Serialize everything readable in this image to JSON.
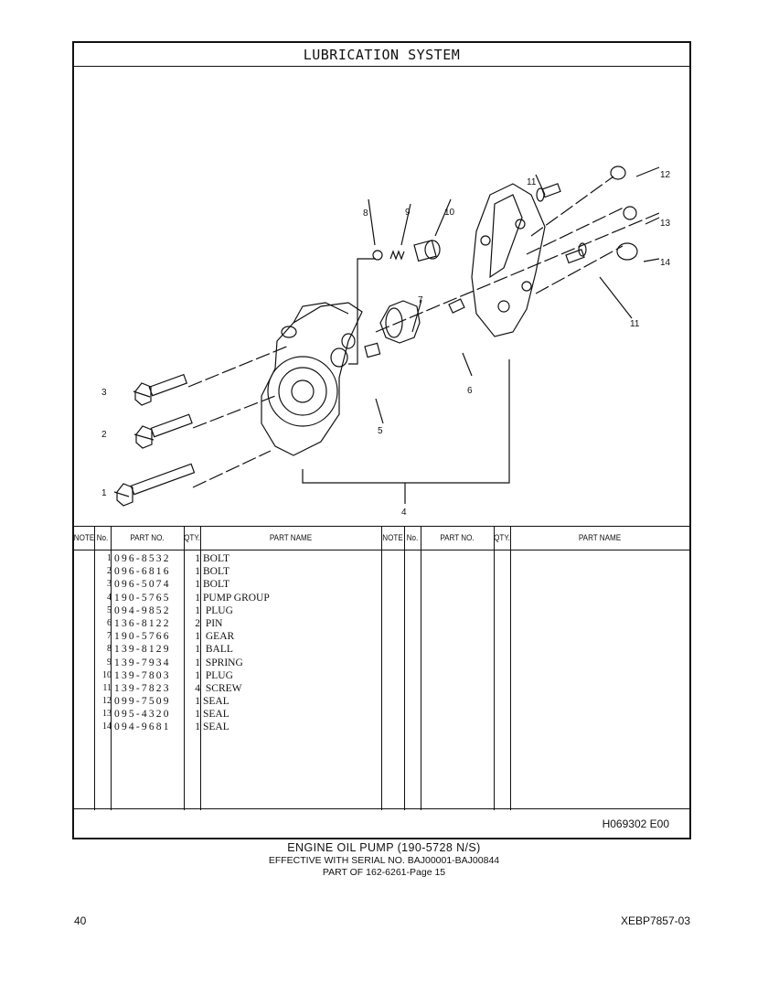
{
  "title": "LUBRICATION SYSTEM",
  "callouts": [
    "1",
    "2",
    "3",
    "4",
    "5",
    "6",
    "7",
    "8",
    "9",
    "10",
    "11",
    "11",
    "12",
    "13",
    "14"
  ],
  "table": {
    "headers": {
      "note": "NOTE",
      "no": "No.",
      "part_no": "PART NO.",
      "qty": "QTY.",
      "part_name": "PART NAME"
    },
    "rows": [
      {
        "no": "1",
        "part_no": "096-8532",
        "qty": "1",
        "name": "BOLT"
      },
      {
        "no": "2",
        "part_no": "096-6816",
        "qty": "1",
        "name": "BOLT"
      },
      {
        "no": "3",
        "part_no": "096-5074",
        "qty": "1",
        "name": "BOLT"
      },
      {
        "no": "4",
        "part_no": "190-5765",
        "qty": "1",
        "name": "PUMP GROUP"
      },
      {
        "no": "5",
        "part_no": "094-9852",
        "qty": "1",
        "name": " PLUG"
      },
      {
        "no": "6",
        "part_no": "136-8122",
        "qty": "2",
        "name": " PIN"
      },
      {
        "no": "7",
        "part_no": "190-5766",
        "qty": "1",
        "name": " GEAR"
      },
      {
        "no": "8",
        "part_no": "139-8129",
        "qty": "1",
        "name": " BALL"
      },
      {
        "no": "9",
        "part_no": "139-7934",
        "qty": "1",
        "name": " SPRING"
      },
      {
        "no": "10",
        "part_no": "139-7803",
        "qty": "1",
        "name": " PLUG"
      },
      {
        "no": "11",
        "part_no": "139-7823",
        "qty": "4",
        "name": " SCREW"
      },
      {
        "no": "12",
        "part_no": "099-7509",
        "qty": "1",
        "name": "SEAL"
      },
      {
        "no": "13",
        "part_no": "095-4320",
        "qty": "1",
        "name": "SEAL"
      },
      {
        "no": "14",
        "part_no": "094-9681",
        "qty": "1",
        "name": "SEAL"
      }
    ]
  },
  "illustration_code": "H069302  E00",
  "caption": {
    "line1": "ENGINE OIL PUMP (190-5728 N/S)",
    "line2": "EFFECTIVE WITH SERIAL NO. BAJ00001-BAJ00844",
    "line3": "PART OF 162-6261-Page 15"
  },
  "page_number": "40",
  "doc_code": "XEBP7857-03"
}
